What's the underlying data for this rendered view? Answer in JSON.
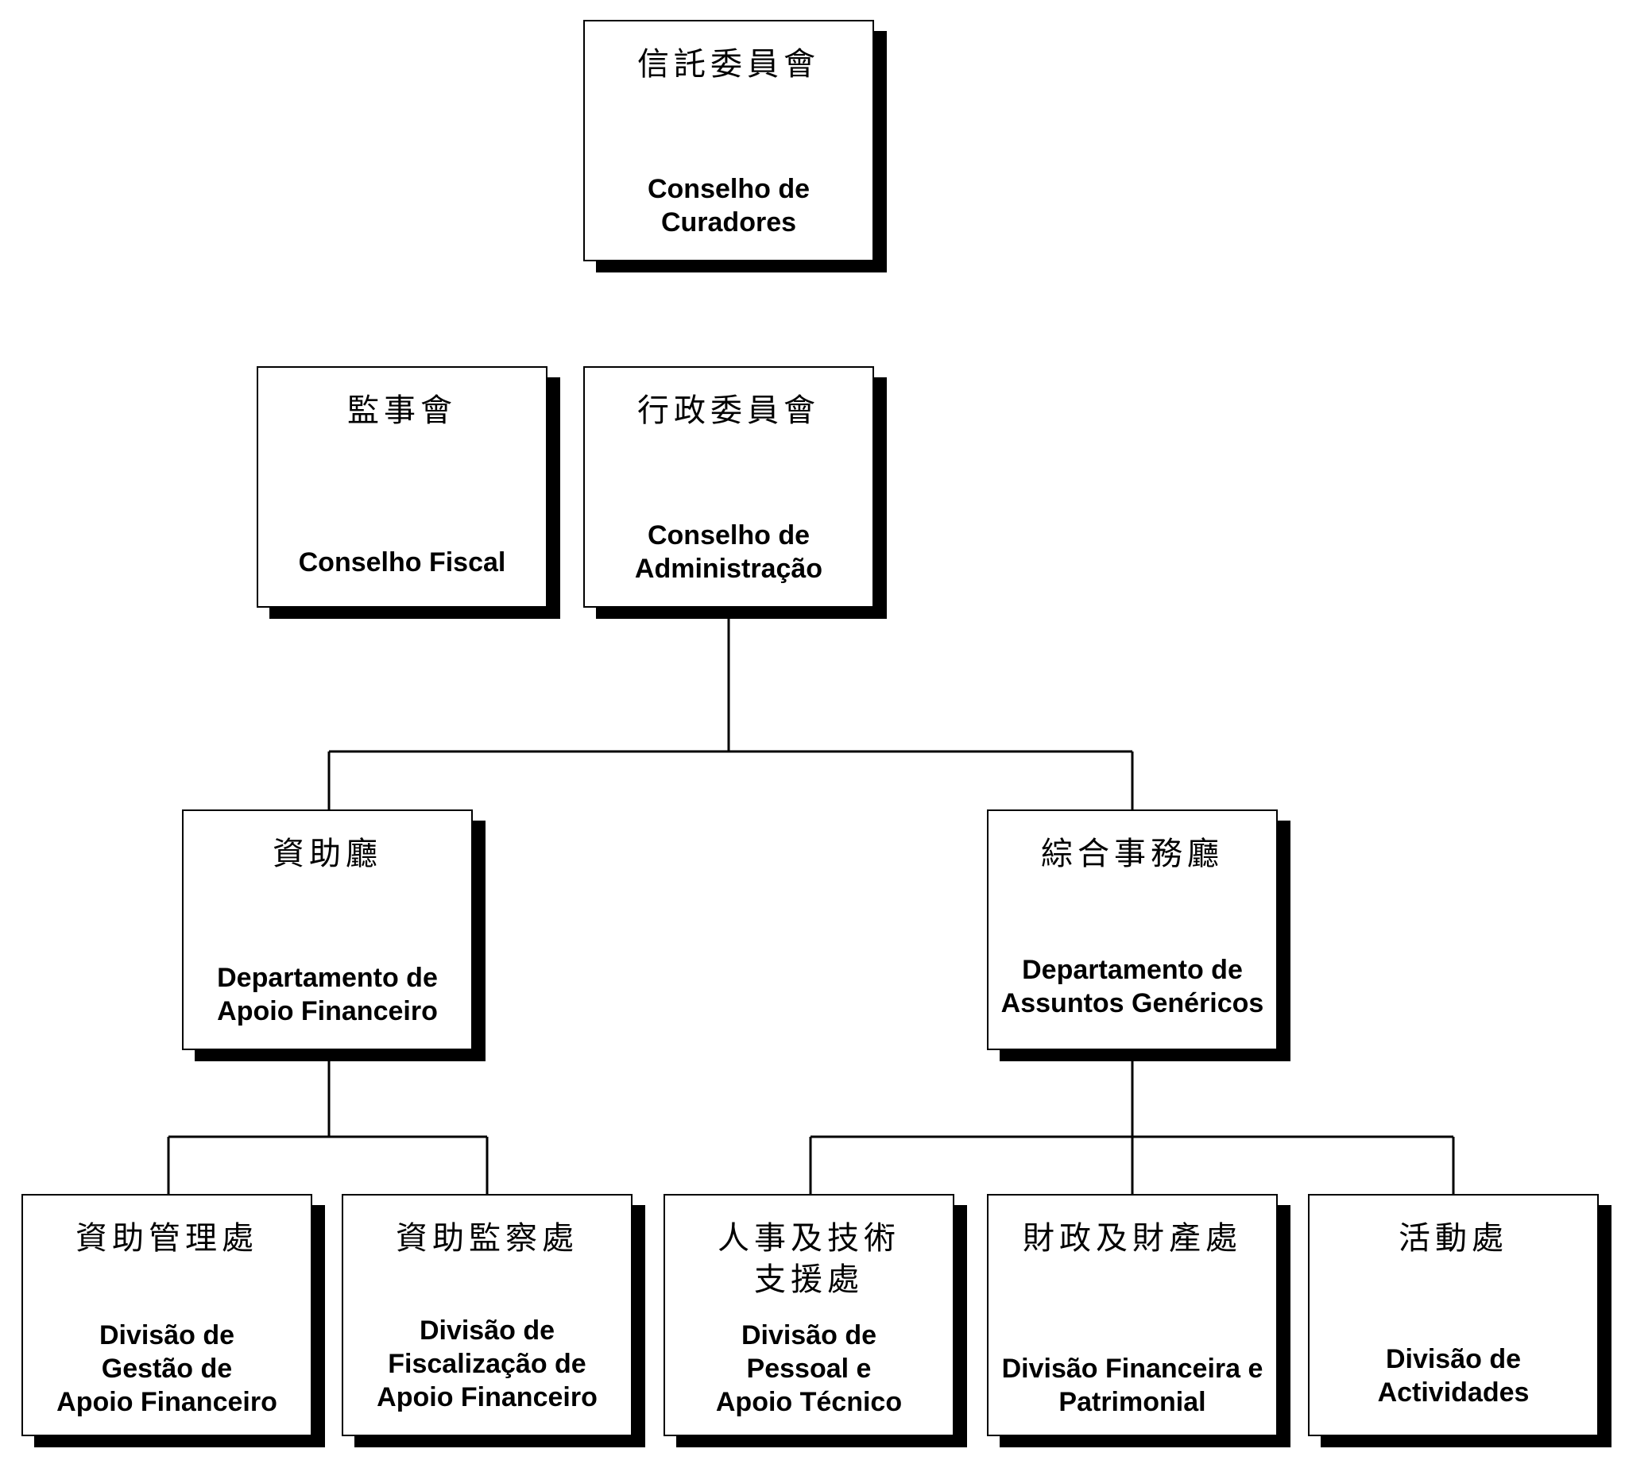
{
  "nodes": {
    "trustees": {
      "zh": "信託委員會",
      "pt": "Conselho de\nCuradores"
    },
    "fiscal": {
      "zh": "監事會",
      "pt": "Conselho Fiscal"
    },
    "admin": {
      "zh": "行政委員會",
      "pt": "Conselho de\nAdministração"
    },
    "dept_financial": {
      "zh": "資助廳",
      "pt": "Departamento de\nApoio Financeiro"
    },
    "dept_general": {
      "zh": "綜合事務廳",
      "pt": "Departamento de\nAssuntos Genéricos"
    },
    "div_management": {
      "zh": "資助管理處",
      "pt": "Divisão de\nGestão de\nApoio Financeiro"
    },
    "div_supervision": {
      "zh": "資助監察處",
      "pt": "Divisão de\nFiscalização de\nApoio Financeiro"
    },
    "div_personnel": {
      "zh": "人事及技術\n支援處",
      "pt": "Divisão de\nPessoal e\nApoio Técnico"
    },
    "div_finance": {
      "zh": "財政及財產處",
      "pt": "Divisão Financeira e\nPatrimonial"
    },
    "div_activities": {
      "zh": "活動處",
      "pt": "Divisão de\nActividades"
    }
  }
}
